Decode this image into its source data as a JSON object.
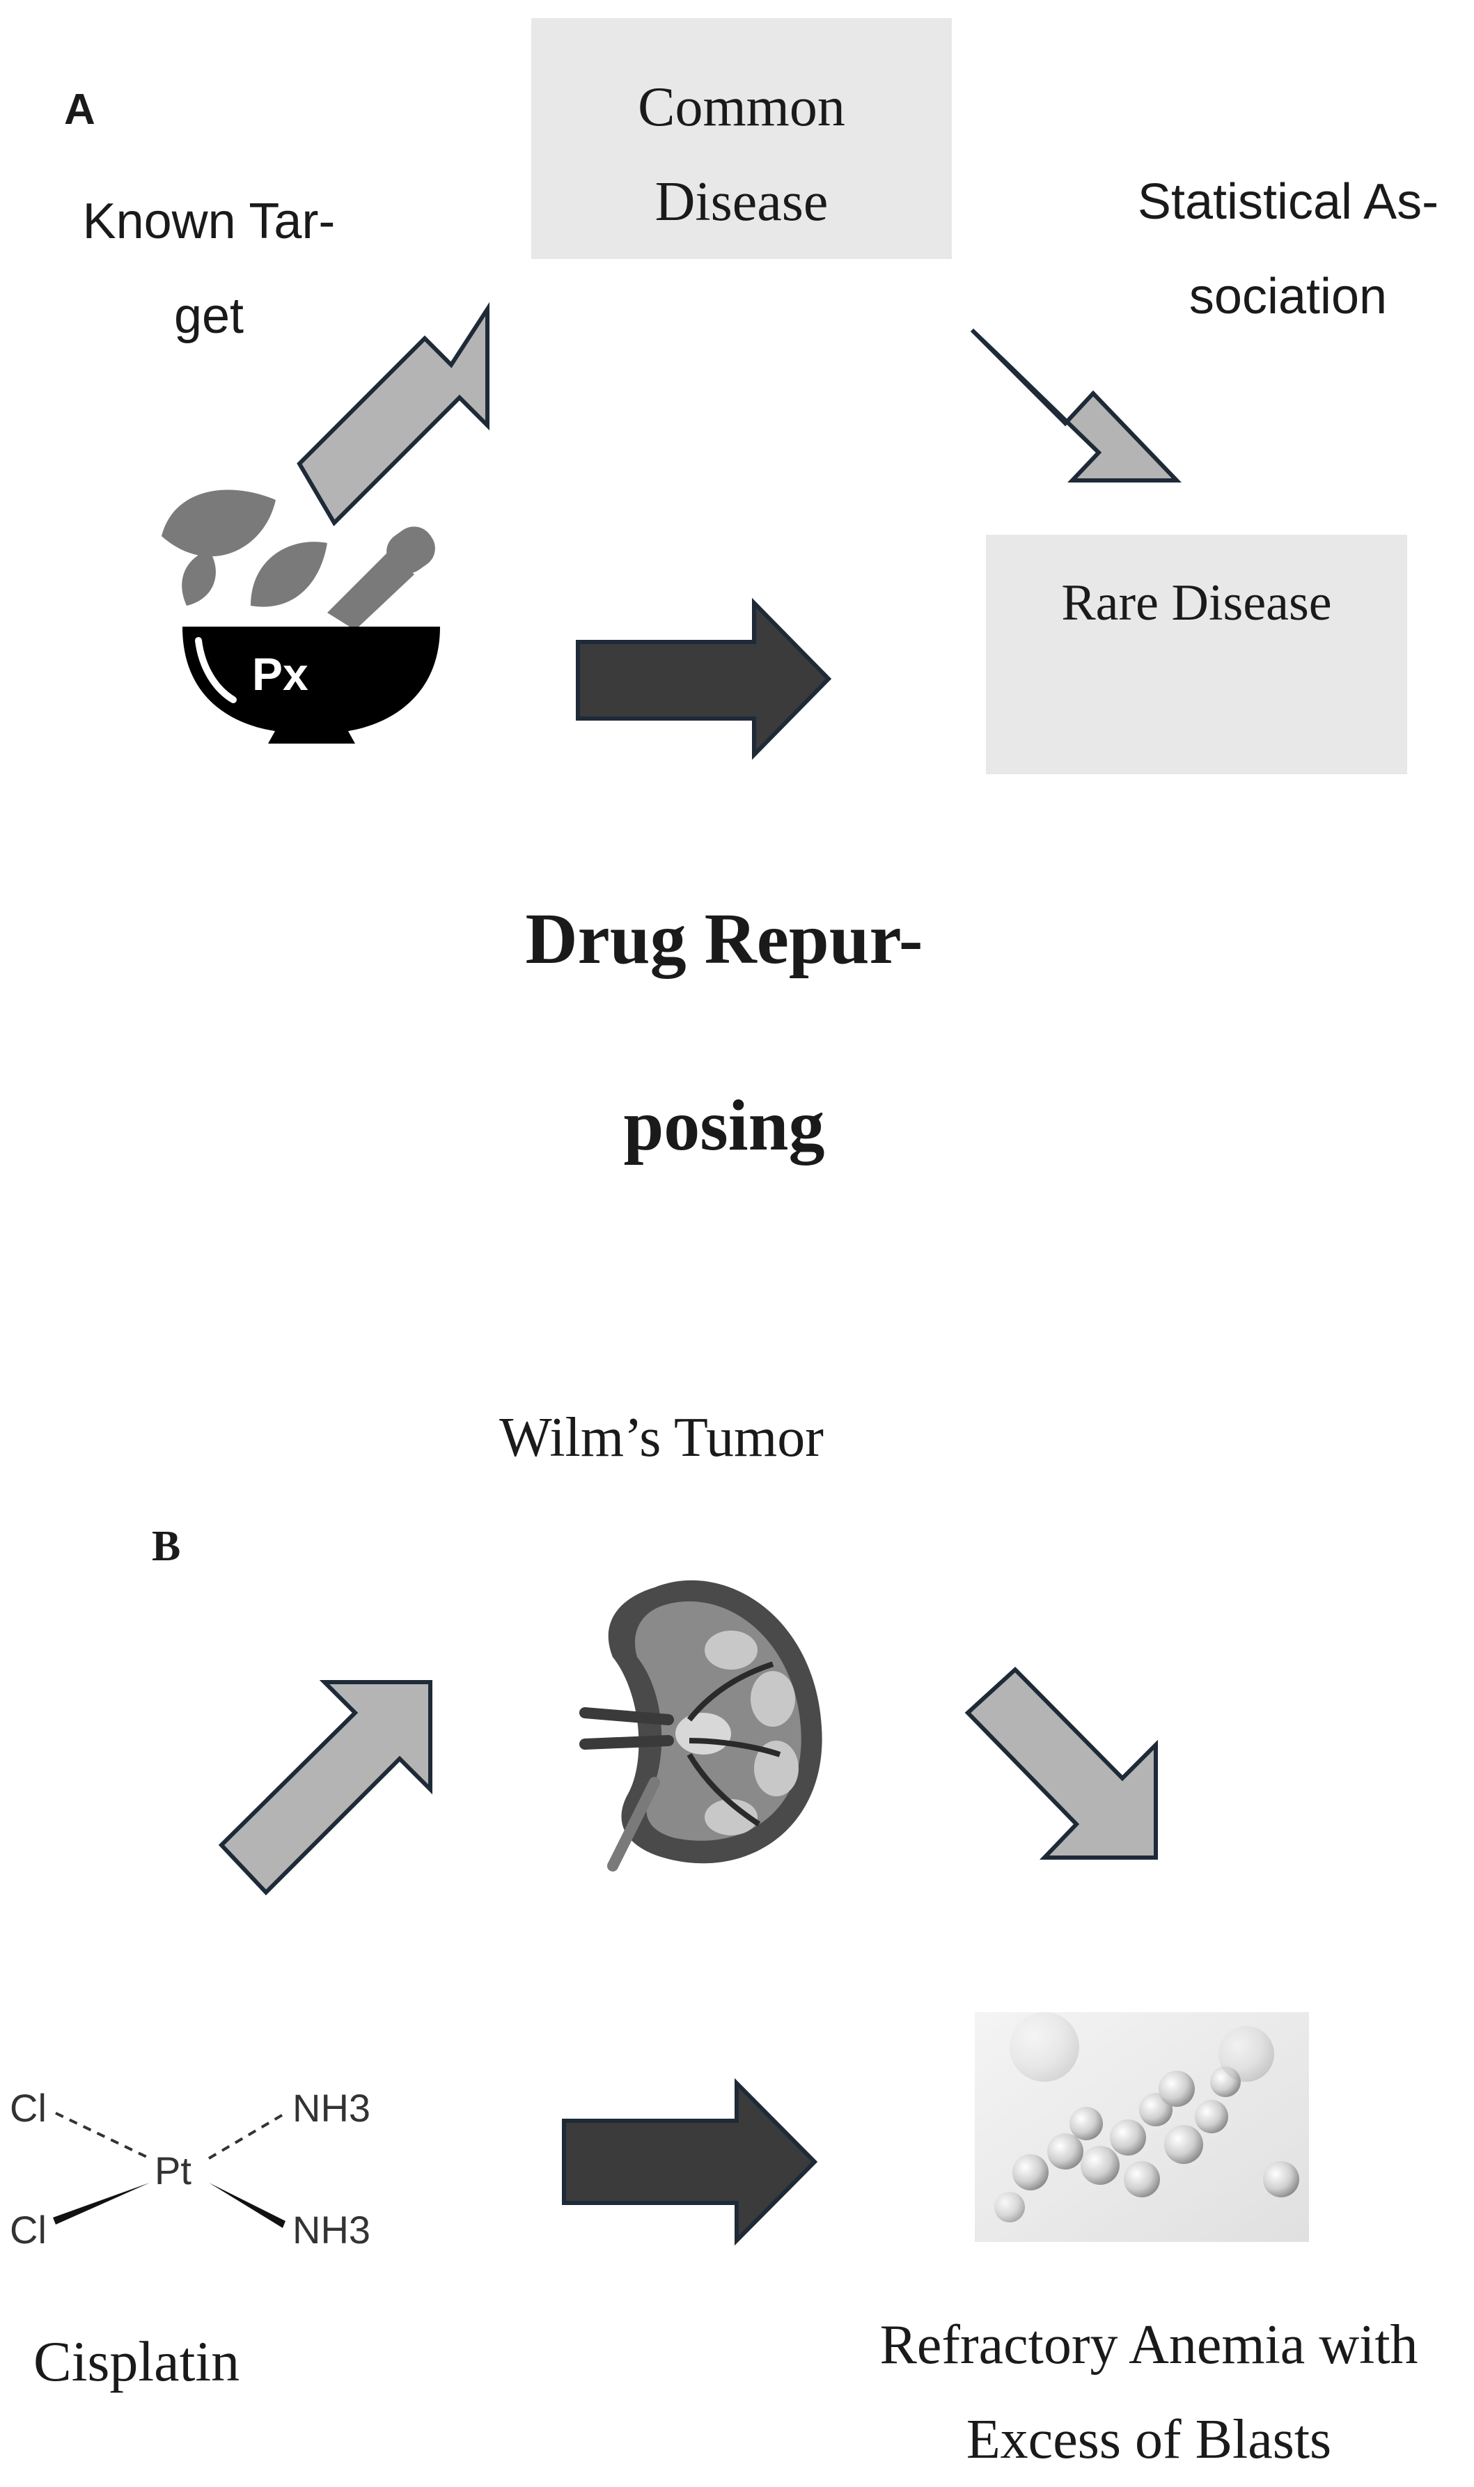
{
  "panel_a": {
    "letter": "A",
    "known_target": [
      "Known Tar-",
      "get"
    ],
    "common_disease": [
      "Common",
      "Disease"
    ],
    "statistical_association": [
      "Statistical As-",
      "sociation"
    ],
    "rare_disease": "Rare Disease",
    "drug_icon_text": "Px",
    "title": [
      "Drug Repur-",
      "posing"
    ]
  },
  "panel_b": {
    "letter": "B",
    "wilms_tumor": "Wilm’s Tumor",
    "cisplatin": "Cisplatin",
    "molecule": {
      "cl_top": "Cl",
      "cl_bottom": "Cl",
      "pt": "Pt",
      "nh3_top": "NH3",
      "nh3_bottom": "NH3"
    },
    "rare_disease": [
      "Refractory Anemia with",
      "Excess of Blasts"
    ]
  },
  "colors": {
    "box_fill": "#e8e8e8",
    "light_arrow": "#b4b4b4",
    "dark_arrow": "#3b3b3b",
    "arrow_outline": "#1e2a38",
    "text": "#1a1a1a"
  }
}
